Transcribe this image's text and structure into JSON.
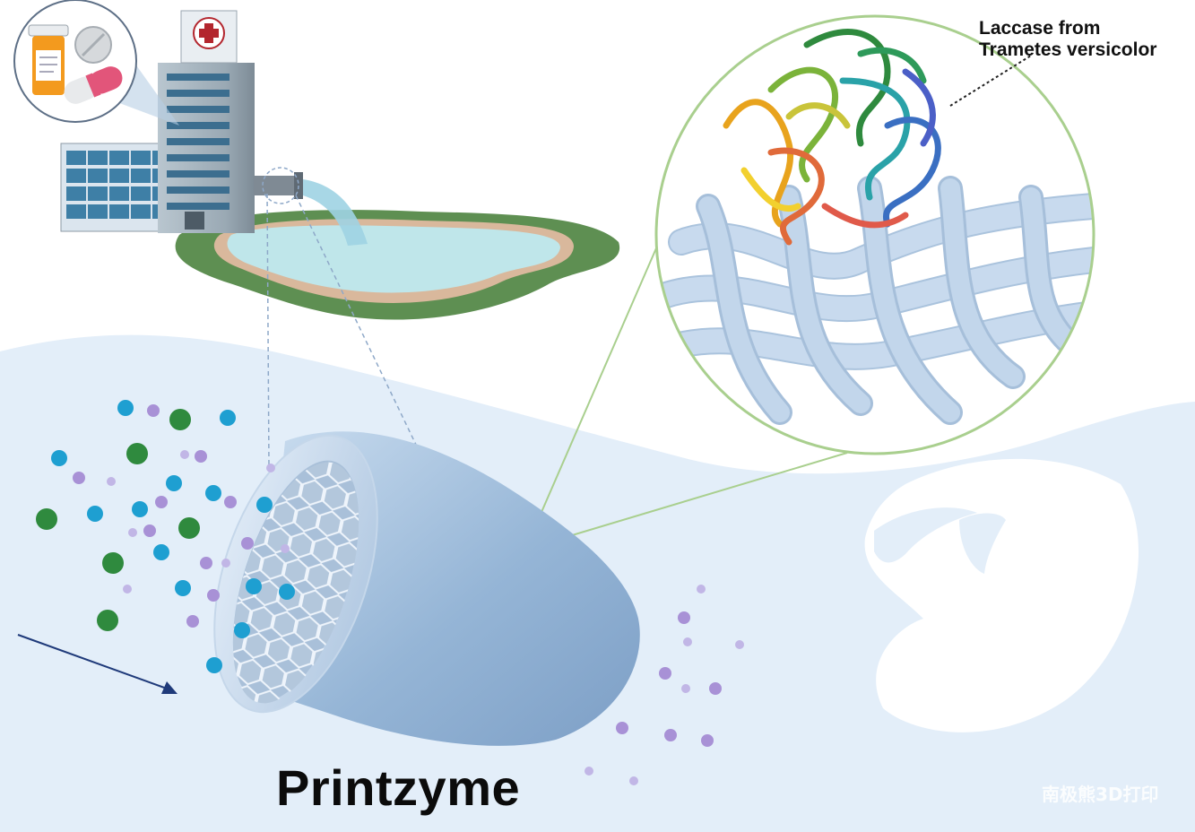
{
  "labels": {
    "enzyme_line1": "Laccase from",
    "enzyme_line2": "Trametes versicolor",
    "product": "Printzyme",
    "watermark": "南极熊3D打印"
  },
  "icons": {
    "hospital_cross": "red-cross-icon",
    "pill_bottle": "pill-bottle-icon",
    "tablet": "tablet-icon",
    "capsule": "capsule-icon"
  },
  "colors": {
    "water_background": "#e3eef9",
    "filter_body": "#8fb0d2",
    "mesh_fiber": "#bcd3ea",
    "lake_water": "#bfe6ea",
    "lake_grass": "#5e8f52",
    "particle_cyan": "#1e9fd1",
    "particle_green": "#2f8a3e",
    "particle_purple": "#a891d6",
    "zoom_circle_border": "#a9cf8e",
    "arrow": "#1f3a7a",
    "cross_red": "#b3262e"
  }
}
